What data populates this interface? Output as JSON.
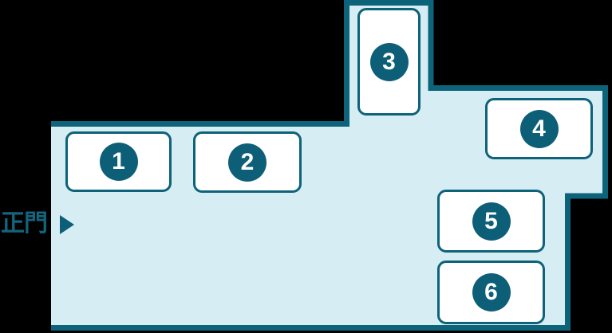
{
  "gate": {
    "label": "正門",
    "arrow_icon": "right-triangle"
  },
  "buildings": [
    {
      "number": "1"
    },
    {
      "number": "2"
    },
    {
      "number": "3"
    },
    {
      "number": "4"
    },
    {
      "number": "5"
    },
    {
      "number": "6"
    }
  ],
  "colors": {
    "outline": "#0d6379",
    "area_fill": "#d6edf3",
    "marker_fill": "#0d5f78",
    "marker_text": "#ffffff",
    "building_fill": "#ffffff",
    "background": "#000000"
  }
}
